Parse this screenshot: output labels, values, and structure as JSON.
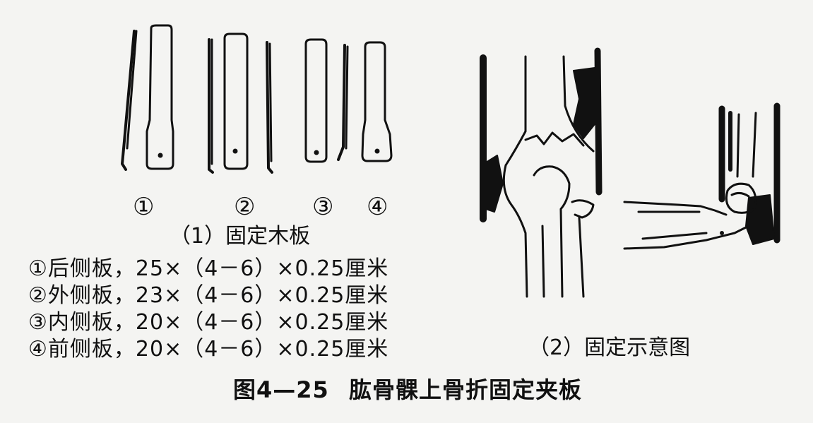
{
  "figure": {
    "caption_number": "图4—25",
    "caption_title": "肱骨髁上骨折固定夹板"
  },
  "panel1": {
    "caption": "（1）固定木板",
    "board_numbers": [
      "①",
      "②",
      "③",
      "④"
    ],
    "specs": [
      "①后侧板，25×（4－6）×0.25厘米",
      "②外侧板，23×（4－6）×0.25厘米",
      "③内侧板，20×（4－6）×0.25厘米",
      "④前侧板，20×（4－6）×0.25厘米"
    ]
  },
  "panel2": {
    "caption": "（2）固定示意图"
  }
}
